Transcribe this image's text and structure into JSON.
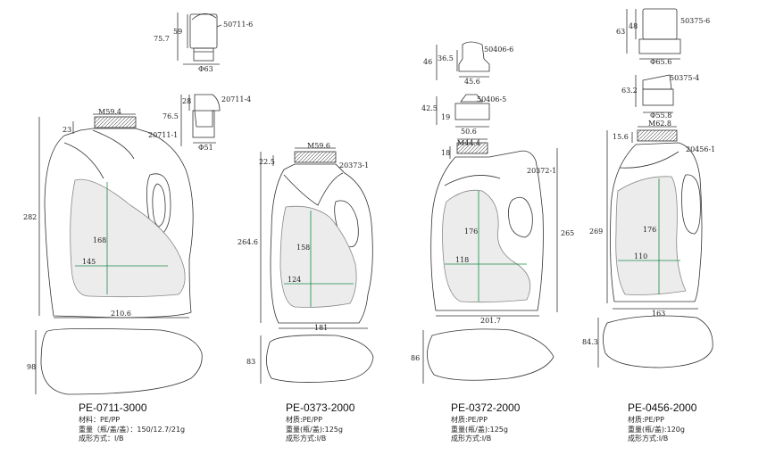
{
  "products": [
    {
      "code": "PE-0711-3000",
      "material_label": "材料：PE/PP",
      "weight_label": "重量（瓶/盖/盖）：150/12.7/21g",
      "process_label": "成形方式：I/B",
      "neck": "M59.4",
      "body_id": "20711-1",
      "height": "282",
      "neck_h": "23",
      "width": "210.6",
      "depth": "98",
      "label_h": "168",
      "label_w": "145",
      "cap1": {
        "code": "50711-6",
        "h1": "75.7",
        "h2": "59",
        "dia": "Φ63"
      },
      "cap2": {
        "code": "20711-4",
        "h1": "76.5",
        "h2": "28",
        "dia": "Φ51"
      }
    },
    {
      "code": "PE-0373-2000",
      "material_label": "材质:PE/PP",
      "weight_label": "重量(瓶/盖):125g",
      "process_label": "成形方式:I/B",
      "neck": "M59.6",
      "body_id": "20373-1",
      "height": "264.6",
      "neck_h": "22.5",
      "width": "181",
      "depth": "83",
      "label_h": "158",
      "label_w": "124"
    },
    {
      "code": "PE-0372-2000",
      "material_label": "材质:PE/PP",
      "weight_label": "重量(瓶/盖):125g",
      "process_label": "成形方式:I/B",
      "neck": "M44.4",
      "body_id": "20372-1",
      "height": "265",
      "neck_h": "18",
      "width": "201.7",
      "depth": "86",
      "label_h": "176",
      "label_w": "118",
      "cap1": {
        "code": "50406-6",
        "h1": "46",
        "h2": "36.5",
        "dia": "45.6"
      },
      "cap2": {
        "code": "50406-5",
        "h1": "42.5",
        "h2": "19",
        "dia": "50.6"
      }
    },
    {
      "code": "PE-0456-2000",
      "material_label": "材质:PE/PP",
      "weight_label": "重量(瓶/盖):120g",
      "process_label": "成形方式:I/B",
      "neck": "M62.8",
      "body_id": "20456-1",
      "height": "269",
      "neck_h": "15.6",
      "width": "163",
      "depth": "84.3",
      "label_h": "176",
      "label_w": "110",
      "cap1": {
        "code": "50375-6",
        "h1": "63",
        "h2": "48",
        "dia": "Φ65.6"
      },
      "cap2": {
        "code": "50375-4",
        "h1": "63.2",
        "dia": "Φ55.8"
      }
    }
  ]
}
